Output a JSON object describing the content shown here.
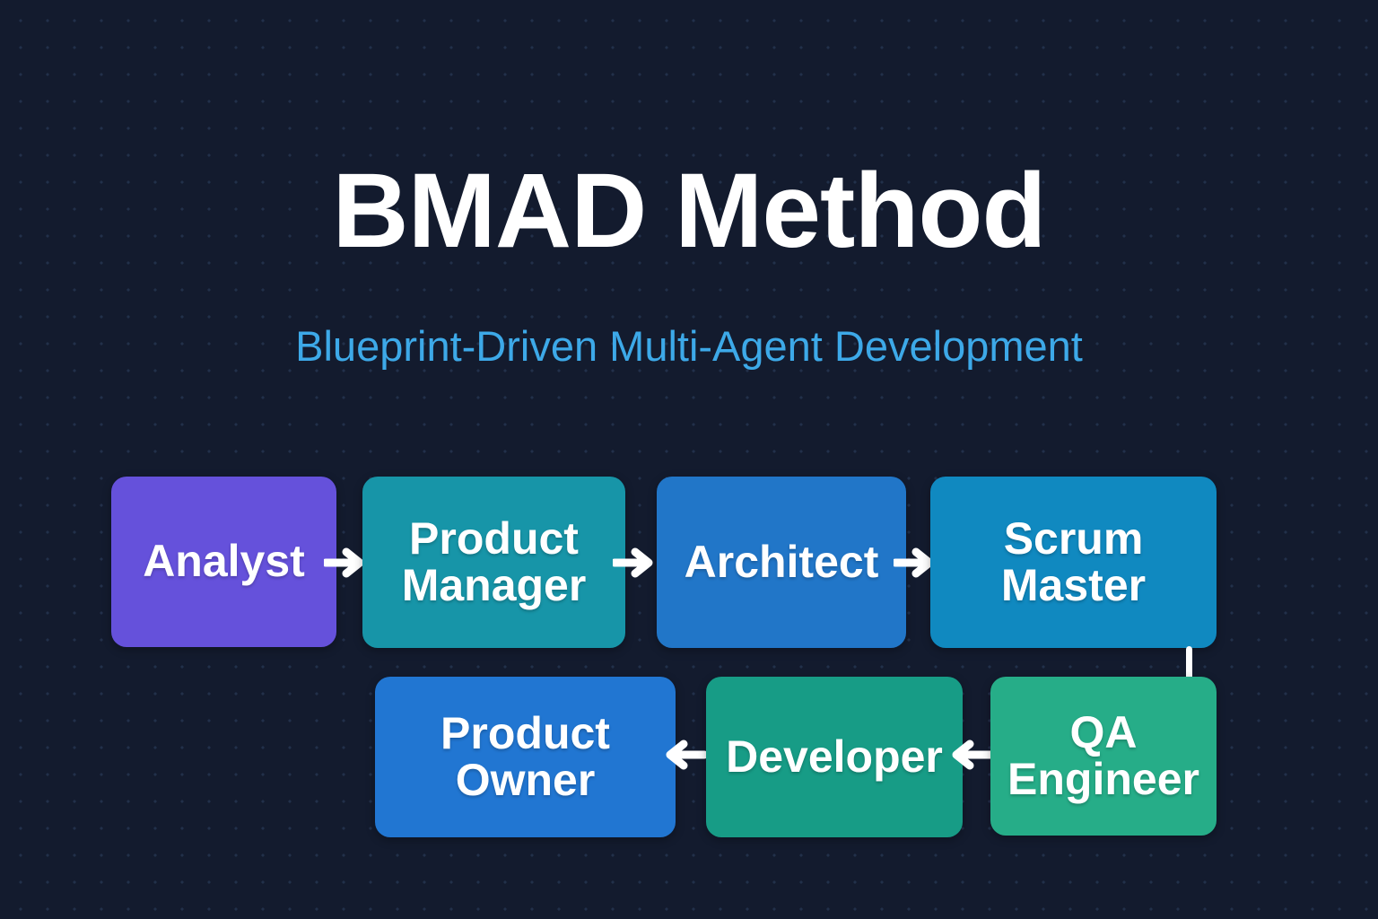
{
  "header": {
    "title": "BMAD Method",
    "subtitle": "Blueprint-Driven Multi-Agent Development"
  },
  "colors": {
    "background": "#131b2e",
    "dot_grid": "#22304a",
    "title": "#ffffff",
    "subtitle": "#3da9e8",
    "arrow": "#ffffff"
  },
  "diagram": {
    "rows": [
      {
        "direction": "left-to-right",
        "nodes": [
          {
            "label": "Analyst",
            "color": "#6551db"
          },
          {
            "label": "Product\nManager",
            "color": "#1795a8"
          },
          {
            "label": "Architect",
            "color": "#2176c8"
          },
          {
            "label": "Scrum\nMaster",
            "color": "#1089c0"
          }
        ]
      },
      {
        "direction": "right-to-left",
        "nodes": [
          {
            "label": "Product\nOwner",
            "color": "#2176d2"
          },
          {
            "label": "Developer",
            "color": "#179c86"
          },
          {
            "label": "QA\nEngineer",
            "color": "#26ad88"
          }
        ]
      }
    ],
    "connectors": [
      {
        "name": "analyst-to-product-manager",
        "glyph": "arrow-right"
      },
      {
        "name": "product-manager-to-architect",
        "glyph": "arrow-right"
      },
      {
        "name": "architect-to-scrum-master",
        "glyph": "arrow-right"
      },
      {
        "name": "scrum-master-to-qa-engineer",
        "glyph": "vertical-line"
      },
      {
        "name": "qa-engineer-to-developer",
        "glyph": "arrow-left"
      },
      {
        "name": "developer-to-product-owner",
        "glyph": "arrow-left"
      }
    ]
  }
}
